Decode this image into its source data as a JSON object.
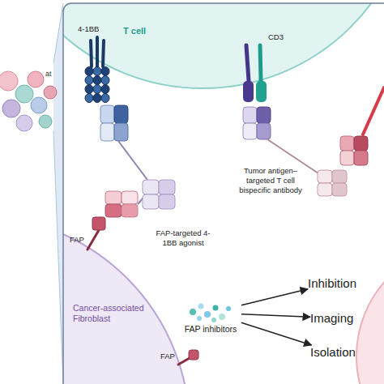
{
  "diagram": {
    "nodes": [
      {
        "text": [
          "T cell"
        ]
      },
      {
        "text": [
          "Cancer-associated Fibroblast"
        ]
      },
      {
        "text": [
          "FAP inhibitors"
        ]
      },
      {
        "text": [
          "Inhibition"
        ]
      },
      {
        "text": [
          "Imaging"
        ]
      },
      {
        "text": [
          "Isolation"
        ]
      }
    ],
    "edges": [
      {
        "from": 2,
        "to": 3,
        "arrow": "to"
      },
      {
        "from": 2,
        "to": 4,
        "arrow": "to"
      },
      {
        "from": 2,
        "to": 5,
        "arrow": "to"
      }
    ],
    "labels": [
      "at",
      "4-1BB",
      "CD3",
      "Tumor antigen–targeted T cell bispecific antibody",
      "FAP",
      "FAP-targeted 4-1BB agonist",
      "FAP"
    ]
  }
}
